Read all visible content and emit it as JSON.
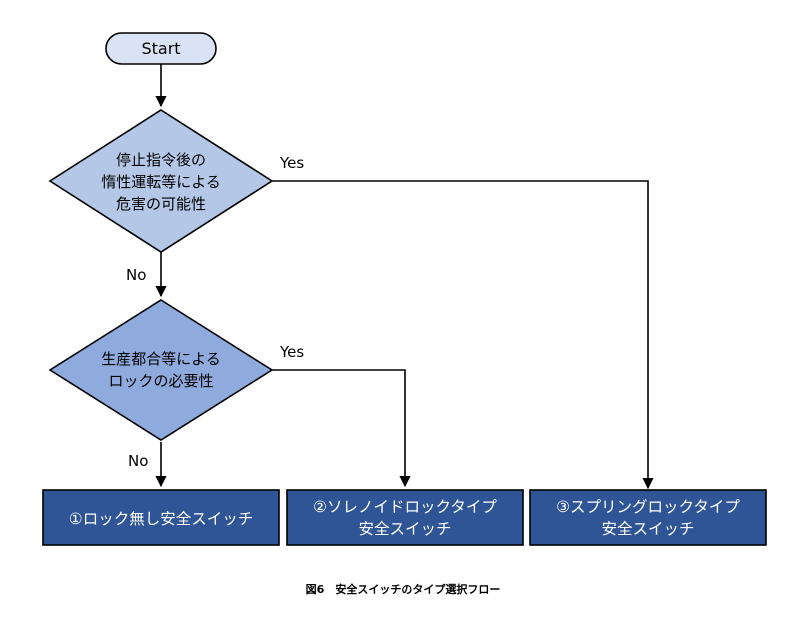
{
  "start": {
    "label": "Start"
  },
  "decision1": {
    "lines": [
      "停止指令後の",
      "惰性運転等による",
      "危害の可能性"
    ]
  },
  "decision2": {
    "lines": [
      "生産都合等による",
      "ロックの必要性"
    ]
  },
  "edge_labels": {
    "d1_yes": "Yes",
    "d1_no": "No",
    "d2_yes": "Yes",
    "d2_no": "No"
  },
  "results": {
    "r1": {
      "lines": [
        "①ロック無し安全スイッチ"
      ]
    },
    "r2": {
      "lines": [
        "②ソレノイドロックタイプ",
        "安全スイッチ"
      ]
    },
    "r3": {
      "lines": [
        "③スプリングロックタイプ",
        "安全スイッチ"
      ]
    }
  },
  "caption": "図6　安全スイッチのタイプ選択フロー",
  "colors": {
    "start_fill": "#dae3f3",
    "decision1_fill": "#b4c7e7",
    "decision2_fill": "#8faadc",
    "result_fill": "#2f5597",
    "stroke": "#000000"
  }
}
